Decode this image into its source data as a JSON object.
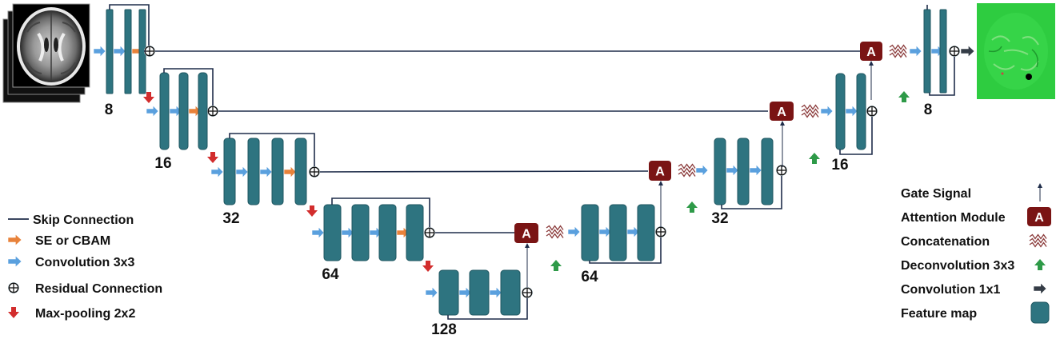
{
  "colors": {
    "feature_map": "#2e7480",
    "feature_map_edge": "#1f5660",
    "skip_line": "#1f2d4a",
    "se_arrow": "#e8823a",
    "conv_arrow": "#5aa0de",
    "maxpool_arrow": "#d22d2d",
    "deconv_arrow": "#2e9a48",
    "conv1x1_arrow": "#343c46",
    "attention_box": "#7a1414",
    "attention_text": "#ffffff",
    "output_background": "#2ecc40"
  },
  "attention_label": "A",
  "channels": {
    "enc1": "8",
    "enc2": "16",
    "enc3": "32",
    "enc4": "64",
    "bottleneck": "128",
    "dec4": "64",
    "dec3": "32",
    "dec2": "16",
    "dec1": "8"
  },
  "legend_left": [
    {
      "icon": "skip-connection-line-icon",
      "label": "Skip Connection"
    },
    {
      "icon": "se-arrow-icon",
      "label": "SE or CBAM"
    },
    {
      "icon": "conv-arrow-icon",
      "label": "Convolution 3x3"
    },
    {
      "icon": "residual-icon",
      "label": "Residual Connection"
    },
    {
      "icon": "maxpool-arrow-icon",
      "label": "Max-pooling 2x2"
    }
  ],
  "legend_right": [
    {
      "icon": "gate-signal-icon",
      "label": "Gate Signal"
    },
    {
      "icon": "attention-module-icon",
      "label": "Attention Module"
    },
    {
      "icon": "concatenation-icon",
      "label": "Concatenation"
    },
    {
      "icon": "deconv-arrow-icon",
      "label": "Deconvolution 3x3"
    },
    {
      "icon": "conv1x1-arrow-icon",
      "label": "Convolution 1x1"
    },
    {
      "icon": "feature-map-icon",
      "label": "Feature map"
    }
  ]
}
